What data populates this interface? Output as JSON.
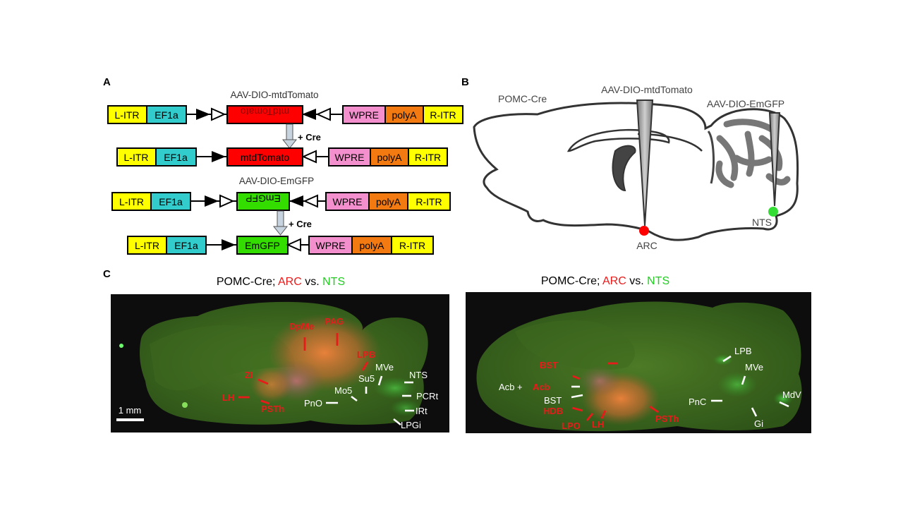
{
  "panel_labels": {
    "a": "A",
    "b": "B",
    "c": "C"
  },
  "panel_a": {
    "vector1_title": "AAV-DIO-mtdTomato",
    "vector2_title": "AAV-DIO-EmGFP",
    "cre_label": "+ Cre",
    "elements": {
      "litr": "L-ITR",
      "ef1a": "EF1a",
      "wpre": "WPRE",
      "polya": "polyA",
      "ritr": "R-ITR",
      "tomato": "mtdTomato",
      "emgfp": "EmGFP"
    },
    "colors": {
      "itr": "#ffff00",
      "ef1a": "#33cccc",
      "tomato": "#ff0000",
      "emgfp": "#33dd00",
      "wpre": "#f28fcc",
      "polya": "#f27a10"
    }
  },
  "panel_b": {
    "mouse_label": "POMC-Cre",
    "tomato_injection": "AAV-DIO-mtdTomato",
    "gfp_injection": "AAV-DIO-EmGFP",
    "arc_label": "ARC",
    "nts_label": "NTS",
    "arc_color": "#ff0000",
    "nts_color": "#33dd33"
  },
  "panel_c": {
    "title_prefix": "POMC-Cre; ",
    "title_arc": "ARC",
    "title_vs": " vs. ",
    "title_nts": "NTS",
    "scale_bar": "1 mm",
    "left_regions_red": [
      "DpMe",
      "PAG",
      "LPB",
      "ZI",
      "LH",
      "PSTh"
    ],
    "left_regions_white": [
      "MVe",
      "Su5",
      "NTS",
      "Mo5",
      "PCRt",
      "PnO",
      "IRt",
      "LPGi"
    ],
    "right_regions_red": [
      "BST",
      "Acb",
      "HDB",
      "LPO",
      "LH",
      "PSTh"
    ],
    "right_regions_white": [
      "LPB",
      "MVe",
      "Acb +",
      "BST",
      "PnC",
      "MdV",
      "Gi"
    ],
    "colors": {
      "red_label": "#e81b1b",
      "green_label": "#22cc22"
    }
  }
}
